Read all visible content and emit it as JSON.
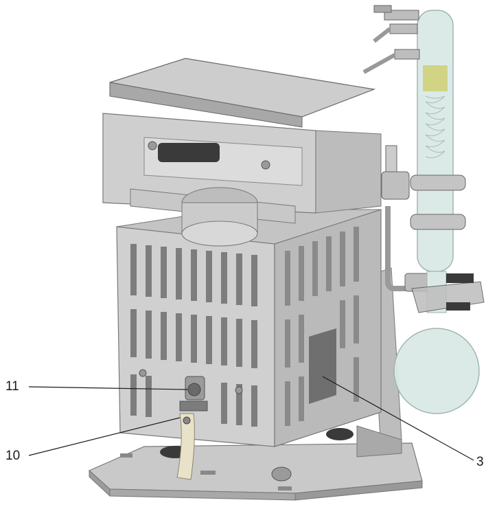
{
  "callouts": [
    {
      "id": "callout-11",
      "label": "11"
    },
    {
      "id": "callout-10",
      "label": "10"
    },
    {
      "id": "callout-3",
      "label": "3"
    }
  ],
  "colors": {
    "metal_light": "#d9d9d9",
    "metal_mid": "#b5b5b5",
    "metal_dark": "#7a7a7a",
    "glass": "#dbe9e6",
    "glass_edge": "#9db3ad",
    "yellow_band": "#cfd17a",
    "dark_part": "#3a3a3a",
    "line": "#1a1a1a"
  }
}
